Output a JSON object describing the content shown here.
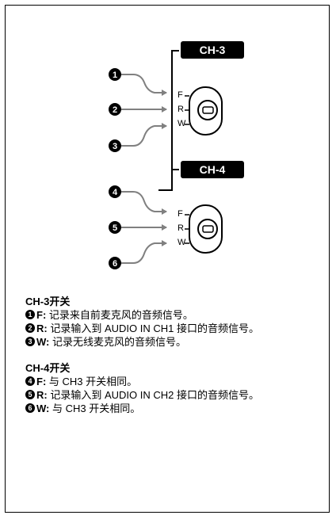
{
  "diagram": {
    "groups": [
      {
        "tag": "CH-3",
        "positions": [
          "F",
          "R",
          "W"
        ],
        "callouts": [
          "1",
          "2",
          "3"
        ]
      },
      {
        "tag": "CH-4",
        "positions": [
          "F",
          "R",
          "W"
        ],
        "callouts": [
          "4",
          "5",
          "6"
        ]
      }
    ]
  },
  "legend": {
    "ch3": {
      "title": "CH-3开关",
      "items": [
        {
          "bullet": "1",
          "key": "F:",
          "text": " 记录来自前麦克风的音频信号。"
        },
        {
          "bullet": "2",
          "key": "R:",
          "text": " 记录输入到 AUDIO IN CH1 接口的音频信号。"
        },
        {
          "bullet": "3",
          "key": "W:",
          "text": " 记录无线麦克风的音频信号。"
        }
      ]
    },
    "ch4": {
      "title": "CH-4开关",
      "items": [
        {
          "bullet": "4",
          "key": "F:",
          "text": " 与 CH3 开关相同。"
        },
        {
          "bullet": "5",
          "key": "R:",
          "text": " 记录输入到 AUDIO IN CH2 接口的音频信号。"
        },
        {
          "bullet": "6",
          "key": "W:",
          "text": " 与 CH3 开关相同。"
        }
      ]
    }
  }
}
